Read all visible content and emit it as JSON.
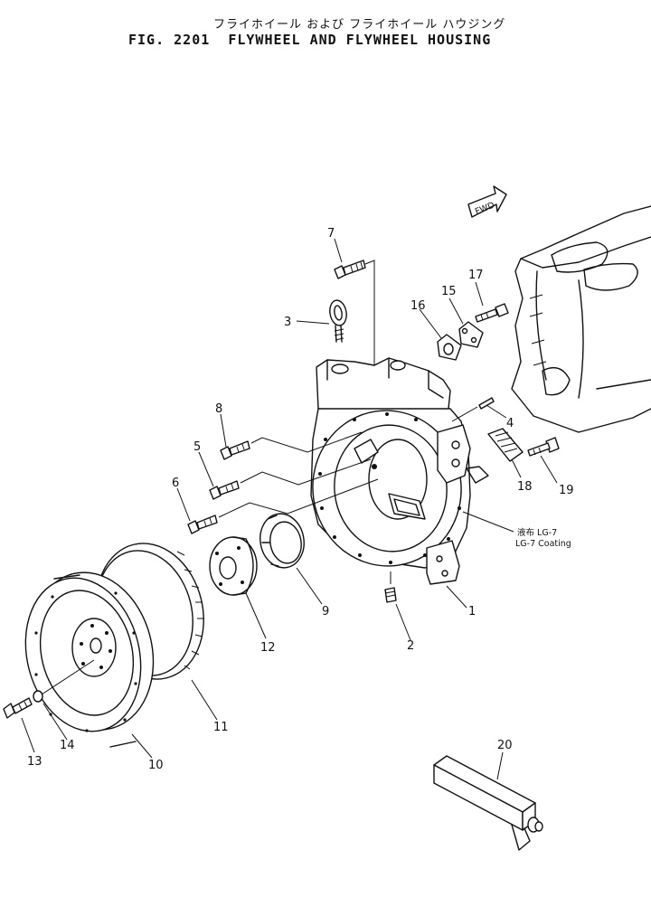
{
  "figure": {
    "title_jp": "フライホイール および フライホイール ハウジング",
    "title_en": "FIG. 2201  FLYWHEEL AND FLYWHEEL HOUSING"
  },
  "fwd_label": "FWD",
  "coating_note": {
    "jp": "液布 LG-7",
    "en": "LG-7 Coating"
  },
  "callouts": [
    "1",
    "2",
    "3",
    "4",
    "5",
    "6",
    "7",
    "8",
    "9",
    "10",
    "11",
    "12",
    "13",
    "14",
    "15",
    "16",
    "17",
    "18",
    "19",
    "20"
  ]
}
